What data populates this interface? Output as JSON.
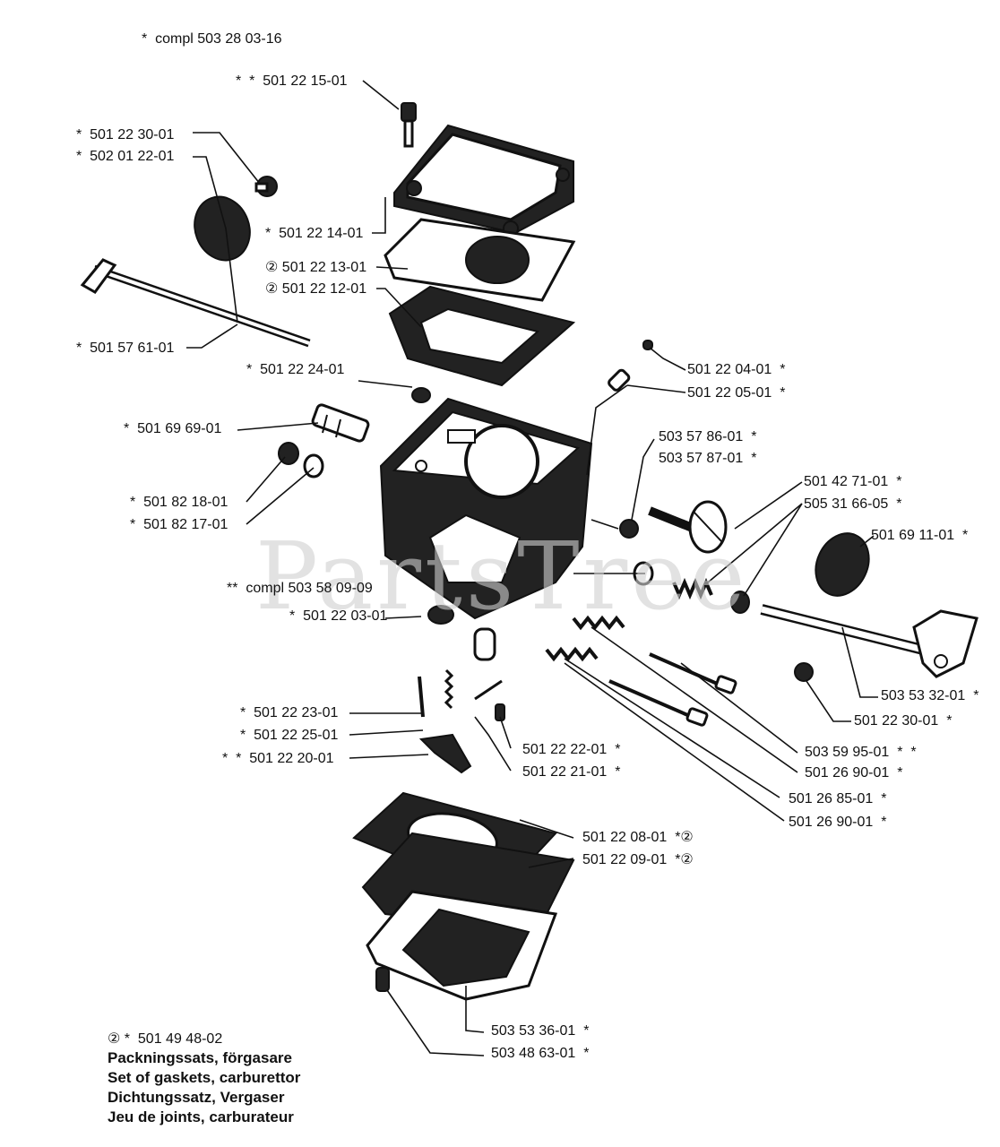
{
  "watermark": "PartsTree",
  "labels": {
    "compl_top": "*  compl 503 28 03-16",
    "p_501221501": "*  *  501 22 15-01",
    "p_501223001_a": "*  501 22 30-01",
    "p_502012201": "*  502 01 22-01",
    "p_501221401": "*  501 22 14-01",
    "p_501221301": "② 501 22 13-01",
    "p_501221201": "② 501 22 12-01",
    "p_501576101": "*  501 57 61-01",
    "p_501222401": "*  501 22 24-01",
    "p_501696901": "*  501 69 69-01",
    "p_501821801": "*  501 82 18-01",
    "p_501821701": "*  501 82 17-01",
    "compl_mid": "**  compl 503 58 09-09",
    "p_501220301": "*  501 22 03-01",
    "p_501222301": "*  501 22 23-01",
    "p_501222501": "*  501 22 25-01",
    "p_501222001": "*  *  501 22 20-01",
    "p_501222201": "501 22 22-01  *",
    "p_501222101": "501 22 21-01  *",
    "p_501220401": "501 22 04-01  *",
    "p_501220501": "501 22 05-01  *",
    "p_503578601": "503 57 86-01  *",
    "p_503578701": "503 57 87-01  *",
    "p_501427101": "501 42 71-01  *",
    "p_505316605": "505 31 66-05  *",
    "p_501691101": "501 69 11-01  *",
    "p_503533201": "503 53 32-01  *",
    "p_501223001_b": "501 22 30-01  *",
    "p_503599501": "503 59 95-01  *  *",
    "p_501269001_a": "501 26 90-01  *",
    "p_501268501": "501 26 85-01  *",
    "p_501269001_b": "501 26 90-01  *",
    "p_501220801": "501 22 08-01  *②",
    "p_501220901": "501 22 09-01  *②",
    "p_503533601": "503 53 36-01  *",
    "p_503486301": "503 48 63-01  *"
  },
  "legend": {
    "code": "② *  501 49 48-02",
    "lines": [
      "Packningssats, förgasare",
      "Set of gaskets, carburettor",
      "Dichtungssatz, Vergaser",
      "Jeu de joints, carburateur"
    ]
  }
}
